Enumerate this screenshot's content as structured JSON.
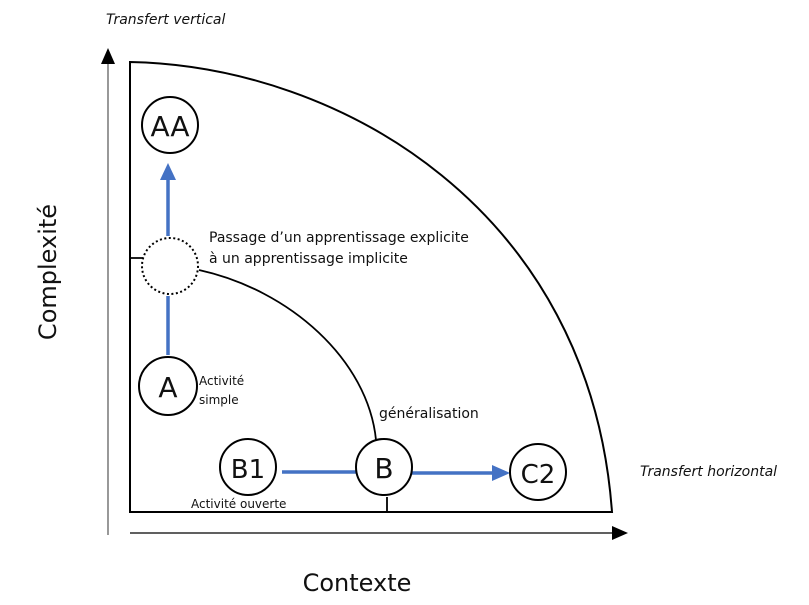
{
  "diagram": {
    "axes": {
      "vertical_label": "Complexité",
      "horizontal_label": "Contexte",
      "vertical_transfer": "Transfert vertical",
      "horizontal_transfer": "Transfert horizontal"
    },
    "nodes": {
      "aa": "AA",
      "a": "A",
      "b1": "B1",
      "b": "B",
      "c2": "C2"
    },
    "annotations": {
      "passage_line1": "Passage d’un apprentissage explicite",
      "passage_line2": "à un apprentissage implicite",
      "activite_simple_line1": "Activité",
      "activite_simple_line2": "simple",
      "activite_ouverte": "Activité ouverte",
      "generalisation": "généralisation"
    },
    "colors": {
      "arrow": "#4472c4",
      "stroke": "#000000"
    }
  }
}
